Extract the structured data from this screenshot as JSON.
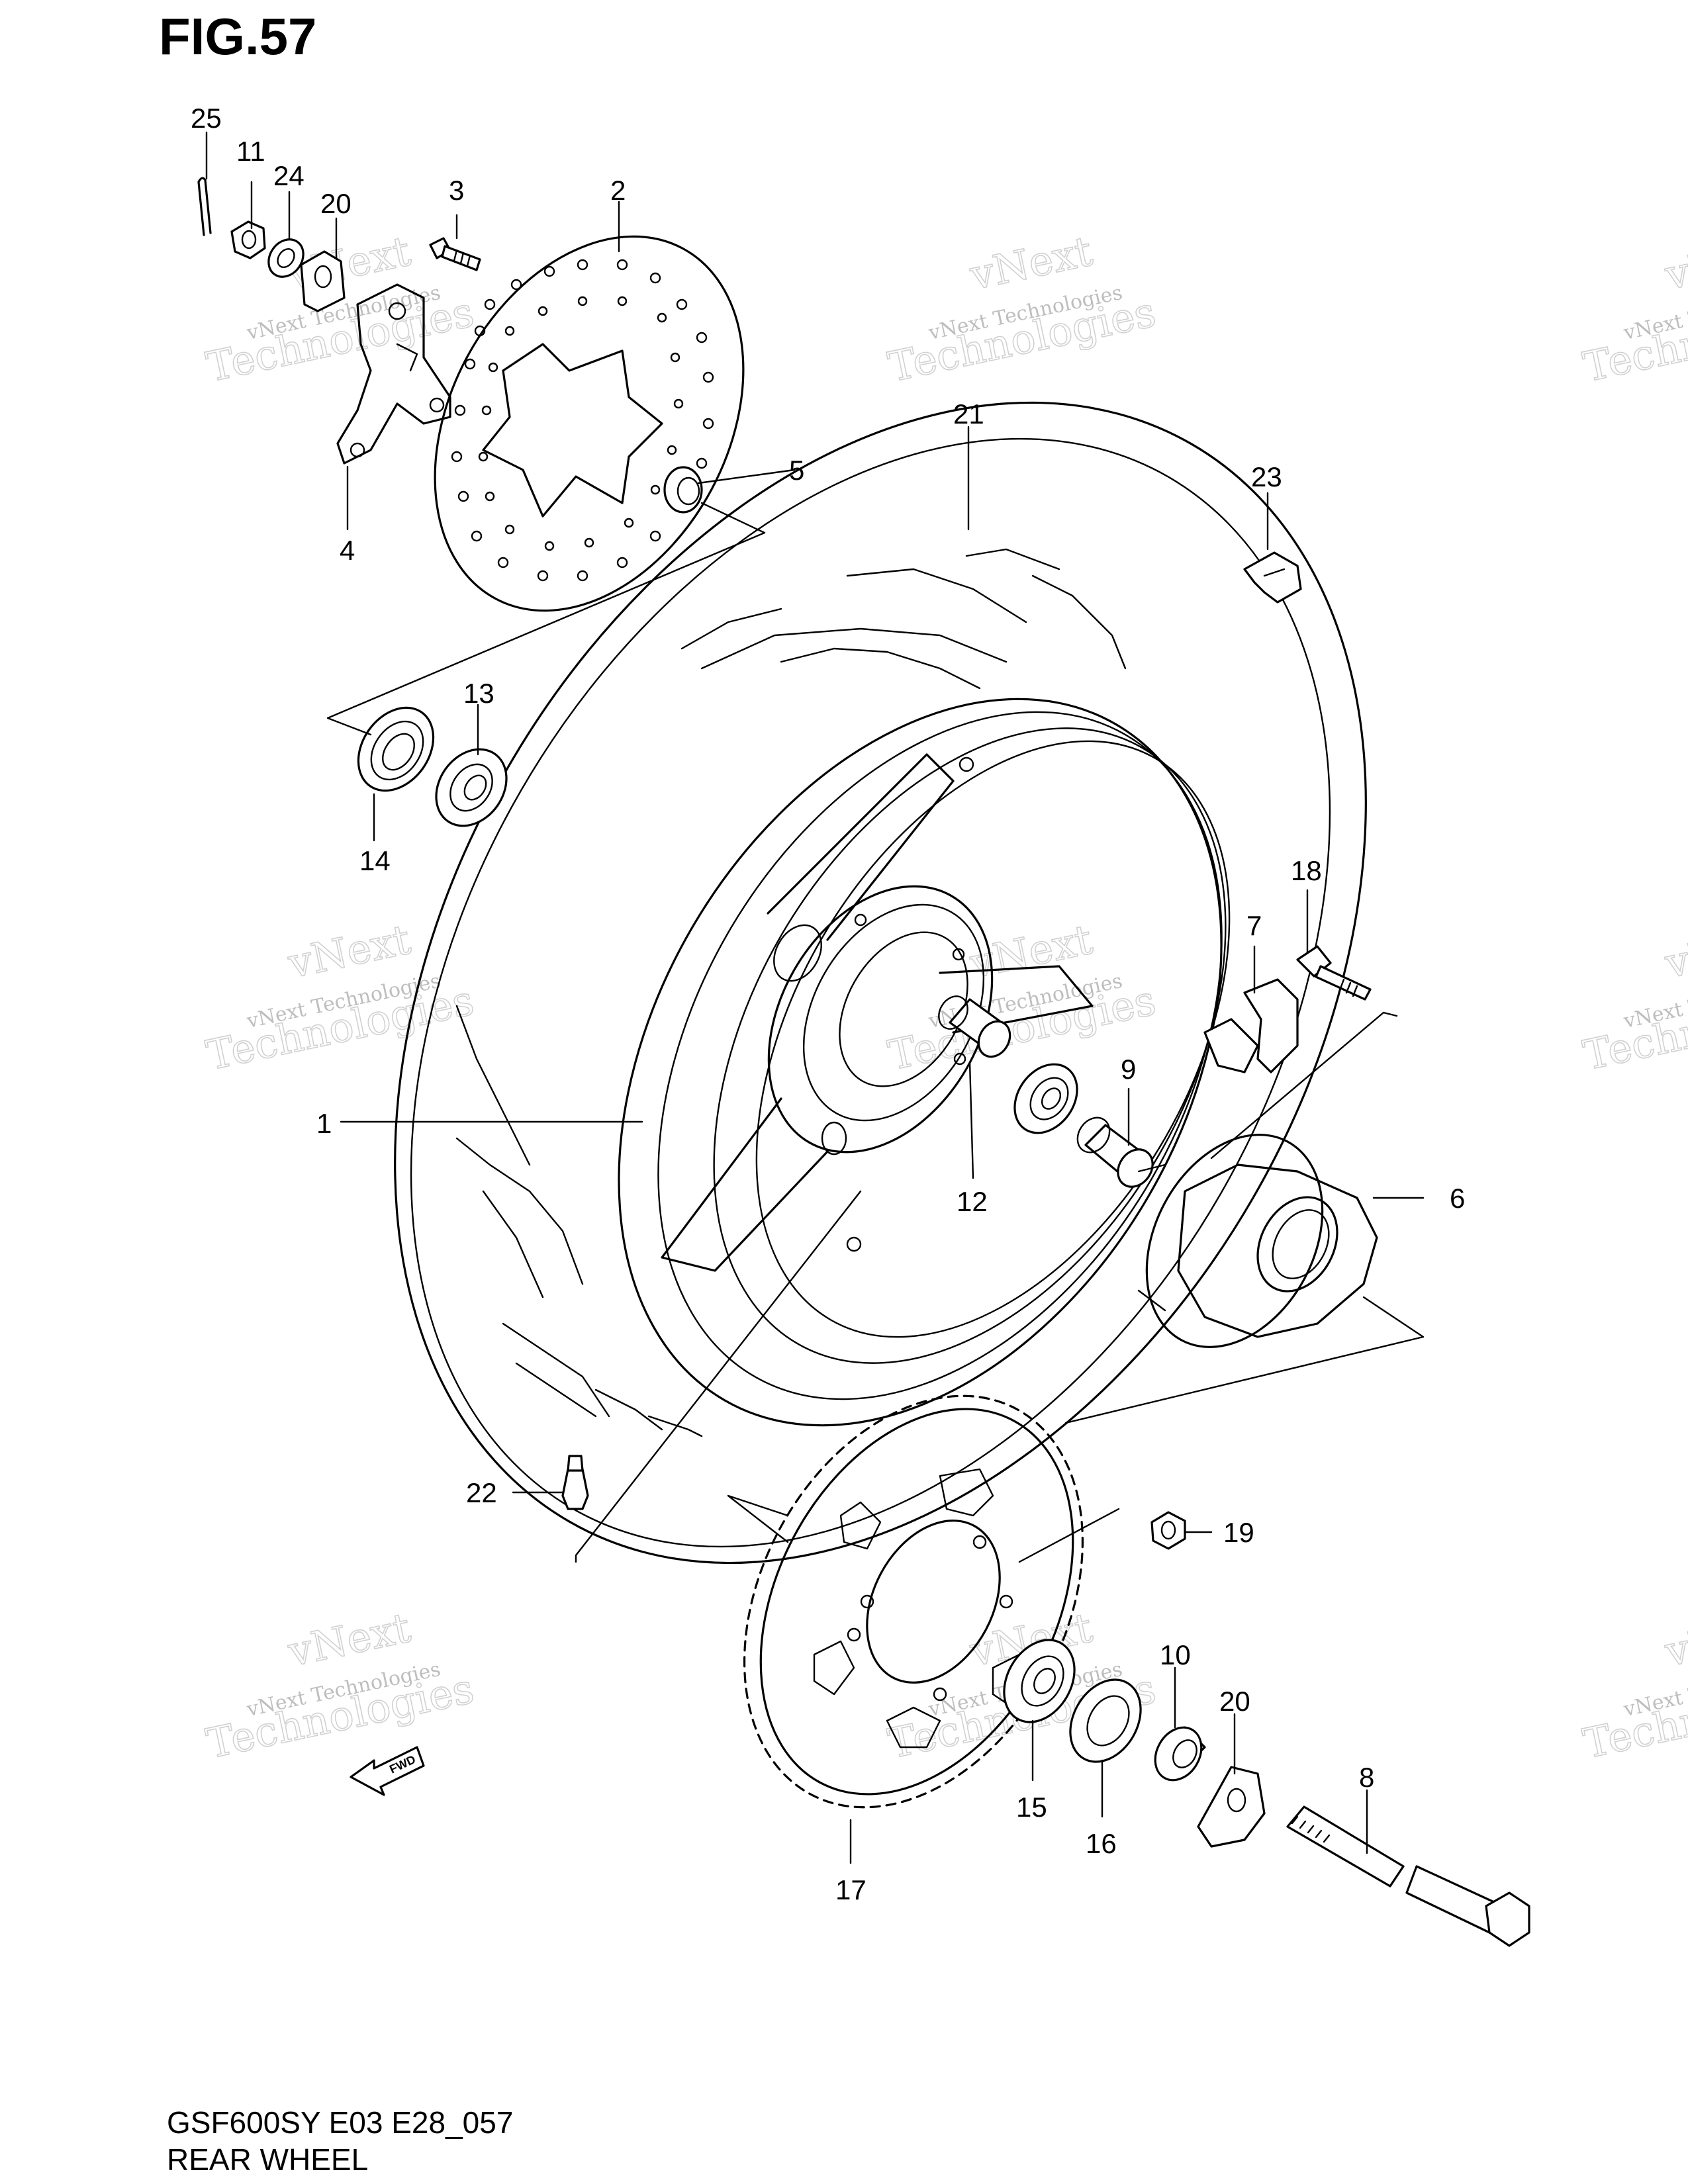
{
  "figure": {
    "title": "FIG.57",
    "model_code": "GSF600SY E03 E28_057",
    "section_name": "REAR WHEEL",
    "fwd_label": "FWD"
  },
  "watermark": {
    "line1": "vNext Technologies",
    "line2": "vNext",
    "line3": "Technologies"
  },
  "callouts": [
    "25",
    "11",
    "24",
    "20",
    "3",
    "2",
    "5",
    "4",
    "21",
    "23",
    "13",
    "14",
    "1",
    "18",
    "7",
    "9",
    "12",
    "6",
    "22",
    "19",
    "10",
    "20",
    "8",
    "15",
    "16",
    "17"
  ],
  "parts": [
    {
      "ref": "1",
      "icon": "rim-icon"
    },
    {
      "ref": "2",
      "icon": "brake-disc-icon"
    },
    {
      "ref": "3",
      "icon": "bolt-icon"
    },
    {
      "ref": "4",
      "icon": "caliper-bracket-icon"
    },
    {
      "ref": "5",
      "icon": "spacer-icon"
    },
    {
      "ref": "6",
      "icon": "sprocket-carrier-icon"
    },
    {
      "ref": "7",
      "icon": "chain-adjuster-icon"
    },
    {
      "ref": "8",
      "icon": "axle-icon"
    },
    {
      "ref": "9",
      "icon": "spacer-icon"
    },
    {
      "ref": "10",
      "icon": "spacer-icon"
    },
    {
      "ref": "11",
      "icon": "nut-icon"
    },
    {
      "ref": "12",
      "icon": "bearing-spacer-icon"
    },
    {
      "ref": "13",
      "icon": "bearing-icon"
    },
    {
      "ref": "14",
      "icon": "oil-seal-icon"
    },
    {
      "ref": "15",
      "icon": "bearing-icon"
    },
    {
      "ref": "16",
      "icon": "oil-seal-icon"
    },
    {
      "ref": "17",
      "icon": "sprocket-icon"
    },
    {
      "ref": "18",
      "icon": "bolt-icon"
    },
    {
      "ref": "19",
      "icon": "nut-icon"
    },
    {
      "ref": "20",
      "icon": "washer-plate-icon"
    },
    {
      "ref": "21",
      "icon": "tire-icon"
    },
    {
      "ref": "22",
      "icon": "valve-icon"
    },
    {
      "ref": "23",
      "icon": "clip-icon"
    },
    {
      "ref": "24",
      "icon": "washer-icon"
    },
    {
      "ref": "25",
      "icon": "cotter-pin-icon"
    }
  ]
}
